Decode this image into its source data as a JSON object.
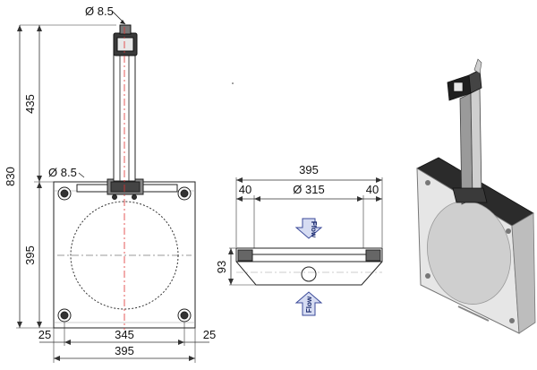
{
  "front_view": {
    "rod_diameter": "Ø 8.5",
    "hole_diameter": "Ø 8.5",
    "overall_height": "830",
    "rod_height": "435",
    "plate_height": "395",
    "bottom_inset_left": "25",
    "bottom_inner_width": "345",
    "bottom_inset_right": "25",
    "bottom_overall_width": "395"
  },
  "section_view": {
    "overall_width": "395",
    "margin_left": "40",
    "bore_diameter": "Ø 315",
    "margin_right": "40",
    "height": "93",
    "flow_label_top": "Flow",
    "flow_label_bottom": "Flow"
  },
  "colors": {
    "line": "#222222",
    "centerline": "#e03030",
    "flow_arrow_fill": "#d6dcf2",
    "flow_arrow_stroke": "#3b4a99",
    "metal_light": "#dcdcdc",
    "metal_dark": "#555555"
  }
}
